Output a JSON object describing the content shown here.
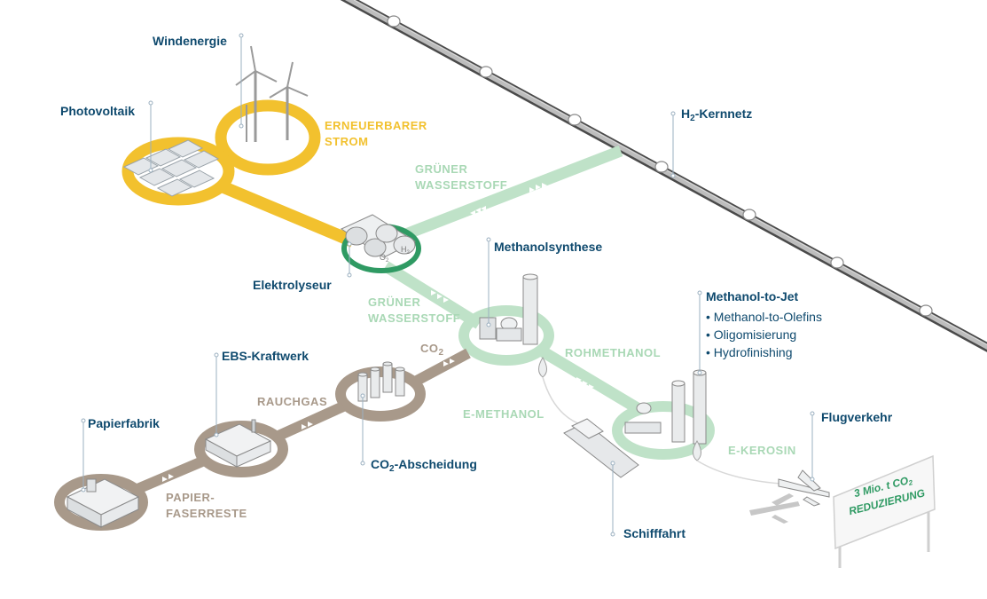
{
  "labels": {
    "windenergie": "Windenergie",
    "photovoltaik": "Photovoltaik",
    "erneuerbarer_strom": [
      "ERNEUERBARER",
      "STROM"
    ],
    "h2_kernnetz": {
      "prefix": "H",
      "sub": "2",
      "suffix": "-Kernnetz"
    },
    "gruener_wasserstoff_top": [
      "GRÜNER",
      "WASSERSTOFF"
    ],
    "elektrolyseur": "Elektrolyseur",
    "methanolsynthese": "Methanolsynthese",
    "gruener_wasserstoff_mid": [
      "GRÜNER",
      "WASSERSTOFF"
    ],
    "methanol_to_jet": "Methanol-to-Jet",
    "methanol_to_jet_steps": [
      "Methanol-to-Olefins",
      "Oligomisierung",
      "Hydrofinishing"
    ],
    "rohmethanol": "ROHMETHANOL",
    "co2_flow": {
      "prefix": "CO",
      "sub": "2"
    },
    "ebs_kraftwerk": "EBS-Kraftwerk",
    "rauchgas": "RAUCHGAS",
    "papierfabrik": "Papierfabrik",
    "e_methanol": "E-METHANOL",
    "flugverkehr": "Flugverkehr",
    "e_kerosin": "E-KEROSIN",
    "co2_abscheidung": {
      "prefix": "CO",
      "sub": "2",
      "suffix": "-Abscheidung"
    },
    "papierfaserreste": [
      "PAPIER-",
      "FASERRESTE"
    ],
    "schifffahrt": "Schifffahrt",
    "sign": {
      "line1_prefix": "3 Mio. t CO",
      "line1_sub": "2",
      "line2": "REDUZIERUNG"
    },
    "electrolyser_marks": {
      "o2_prefix": "O",
      "o2_sub": "2",
      "h2_prefix": "H",
      "h2_sub": "2"
    }
  },
  "colors": {
    "navy": "#0f4a6e",
    "yellow": "#f2c12e",
    "green_light": "#a9d8b5",
    "green_dark": "#2f9a63",
    "brown": "#a8998a",
    "pipeline": "#5a5a5a"
  }
}
